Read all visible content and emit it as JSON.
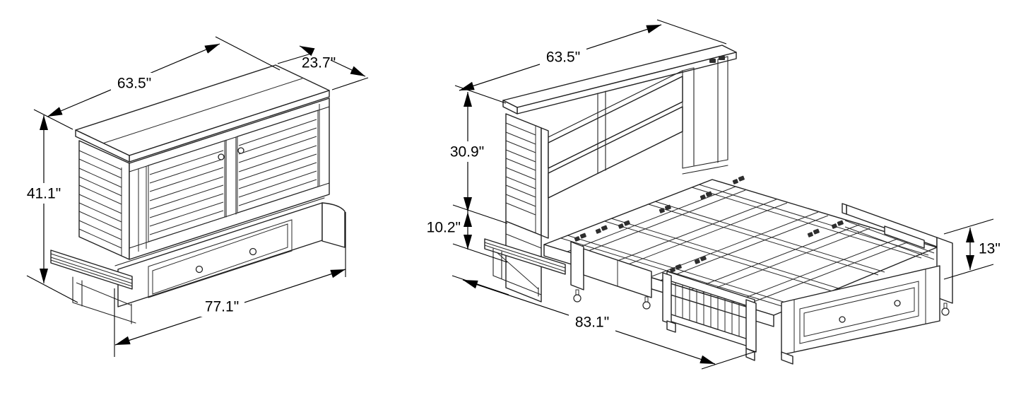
{
  "colors": {
    "background": "#ffffff",
    "line": "#222222",
    "dimension": "#000000",
    "text": "#000000"
  },
  "figures": {
    "closed_cabinet": {
      "description": "cabinet bed closed",
      "dimensions": {
        "top_width": "63.5\"",
        "top_depth": "23.7\"",
        "height": "41.1\"",
        "base_width": "77.1\""
      }
    },
    "open_bed": {
      "description": "cabinet bed open",
      "dimensions": {
        "top_width": "63.5\"",
        "cabinet_height": "30.9\"",
        "base_height": "10.2\"",
        "bed_length": "83.1\"",
        "foot_height": "13\""
      }
    }
  }
}
